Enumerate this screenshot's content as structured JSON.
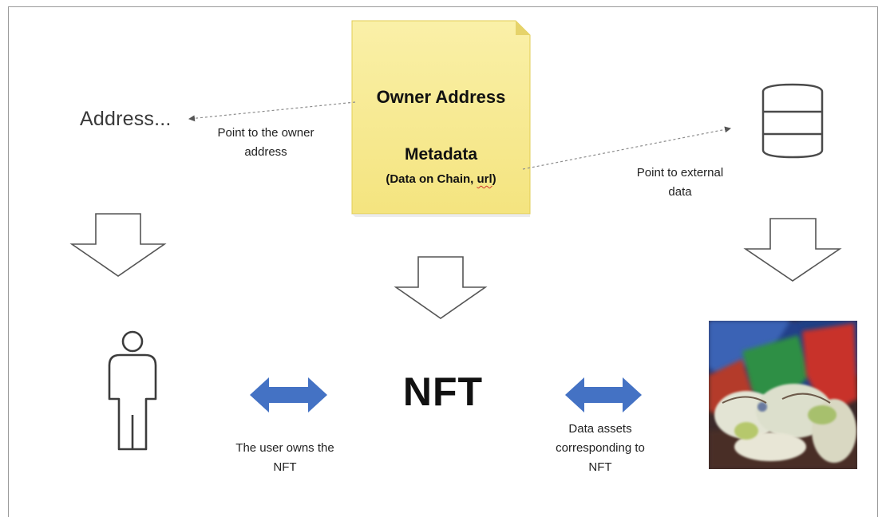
{
  "metadata_card": {
    "title": "Owner Address",
    "metadata_label": "Metadata",
    "metadata_detail_prefix": "(Data on Chain, ",
    "metadata_detail_url": "url",
    "metadata_detail_suffix": ")",
    "fill_color": "#f8ec9a",
    "edge_color": "#e2cd55"
  },
  "address_label": "Address...",
  "owner_pointer_note": [
    "Point to the owner",
    "address"
  ],
  "external_pointer_note": [
    "Point to external",
    "data"
  ],
  "nft_label": "NFT",
  "ownership_note": [
    "The user owns the",
    "NFT"
  ],
  "asset_note": [
    "Data assets",
    "corresponding to",
    "NFT"
  ],
  "icons": {
    "database": "database-icon",
    "user": "person-icon",
    "artwork": "artwork-painting",
    "double_arrow": "double-arrow-icon",
    "down_arrow": "down-arrow-icon"
  },
  "colors": {
    "double_arrow": "#4472c4",
    "pointer_line": "#8c8c8c",
    "outline": "#555555"
  }
}
